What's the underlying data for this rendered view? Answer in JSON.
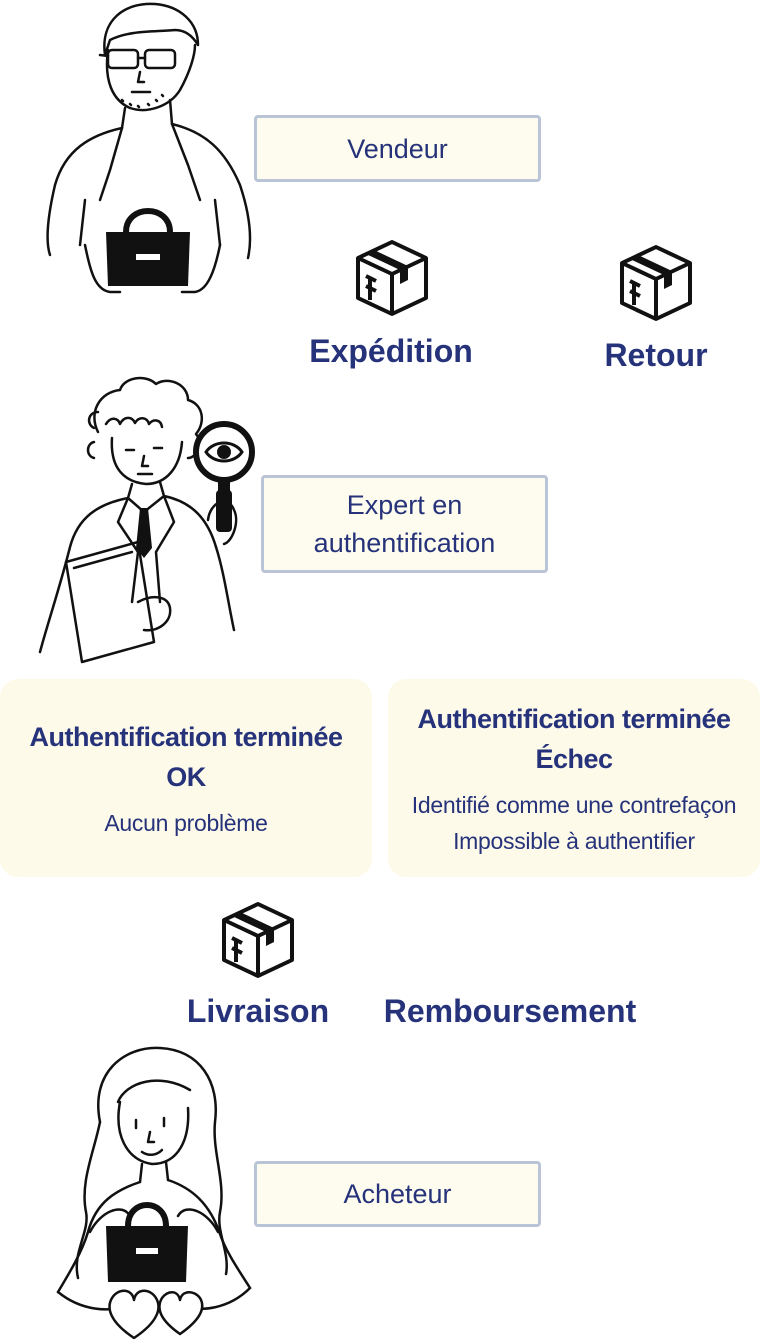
{
  "roles": {
    "seller": "Vendeur",
    "expert_line1": "Expert en",
    "expert_line2": "authentification",
    "buyer": "Acheteur"
  },
  "steps": {
    "shipping": "Expédition",
    "return": "Retour",
    "delivery": "Livraison",
    "refund": "Remboursement"
  },
  "results": {
    "ok": {
      "title_line1": "Authentification terminée",
      "title_line2": "OK",
      "detail": "Aucun problème"
    },
    "fail": {
      "title_line1": "Authentification terminée",
      "title_line2": "Échec",
      "detail_line1": "Identifié comme une contrefaçon",
      "detail_line2": "Impossible à authentifier"
    }
  },
  "icons": {
    "package": "package-box-icon",
    "magnifier": "magnifier-eye-icon",
    "handbag": "handbag-icon",
    "heart": "heart-icon"
  },
  "colors": {
    "text": "#26337a",
    "box_fill": "#fdfcee",
    "box_border": "#b9c4d6",
    "card_fill": "#fdfaea"
  }
}
